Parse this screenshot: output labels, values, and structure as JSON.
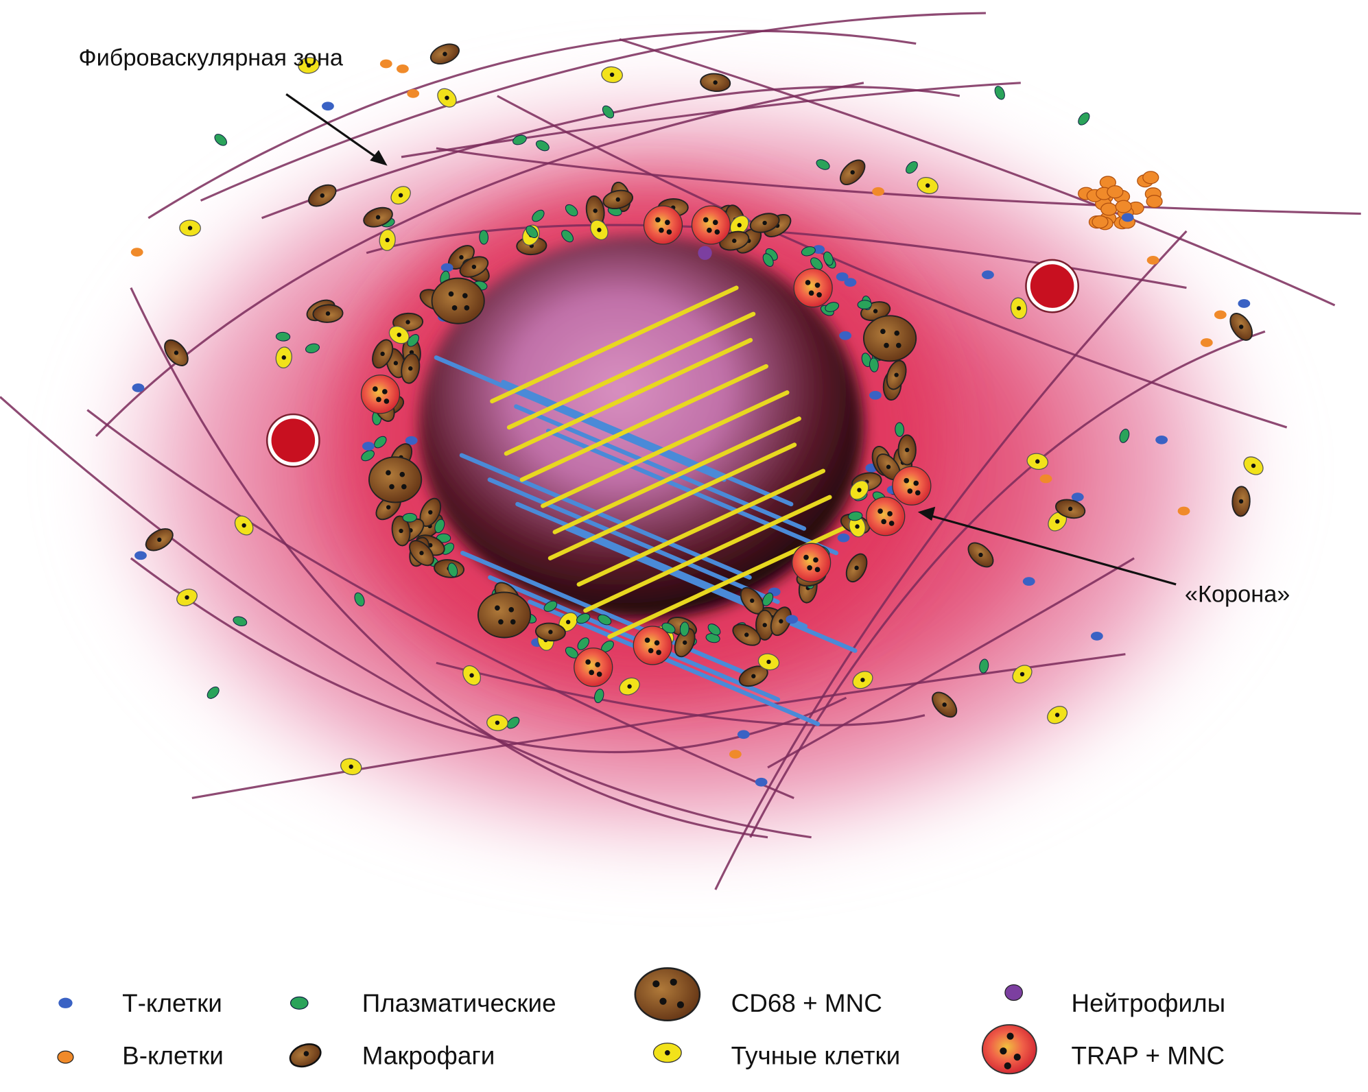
{
  "labels": {
    "fibrovascular_zone": "Фиброваскулярная зона",
    "corona": "«Корона»"
  },
  "legend": [
    {
      "label": "Т-клетки",
      "icon": "t-cell-icon",
      "color": "#3a62c4"
    },
    {
      "label": "В-клетки",
      "icon": "b-cell-icon",
      "color": "#f08a2a"
    },
    {
      "label": "Плазматические",
      "icon": "plasma-cell-icon",
      "color": "#2aa35a"
    },
    {
      "label": "Макрофаги",
      "icon": "macrophage-icon",
      "color": "#8a5523"
    },
    {
      "label": "CD68 + MNC",
      "icon": "cd68-mnc-icon",
      "color": "#8a5523"
    },
    {
      "label": "Тучные клетки",
      "icon": "mast-cell-icon",
      "color": "#f2e21a"
    },
    {
      "label": "Нейтрофилы",
      "icon": "neutrophil-icon",
      "color": "#7c3fa0"
    },
    {
      "label": "TRAP + MNC",
      "icon": "trap-mnc-icon",
      "color": "#e8423a"
    }
  ],
  "colors": {
    "tissue": "#e0507a",
    "fiber": "#7a2a5a",
    "rod_blue": "#4a8ad8",
    "rod_yellow": "#e8d820"
  }
}
